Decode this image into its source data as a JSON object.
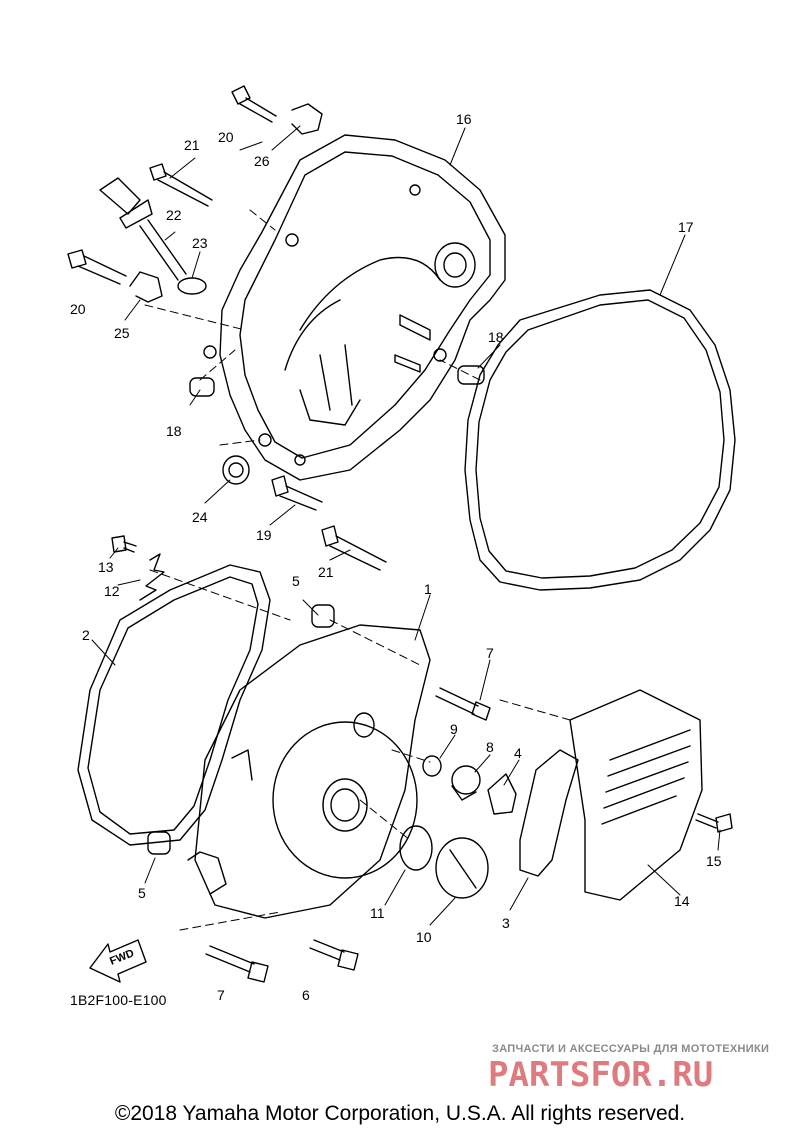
{
  "diagram": {
    "callouts": [
      "1",
      "2",
      "3",
      "4",
      "5",
      "5",
      "6",
      "7",
      "7",
      "8",
      "9",
      "10",
      "11",
      "12",
      "13",
      "14",
      "15",
      "16",
      "17",
      "18",
      "18",
      "19",
      "20",
      "20",
      "21",
      "21",
      "22",
      "23",
      "24",
      "25",
      "26"
    ],
    "fwd_label": "FWD",
    "reference_code": "1B2F100-E100"
  },
  "watermark": {
    "tagline": "ЗАПЧАСТИ И АКСЕССУАРЫ ДЛЯ МОТОТЕХНИКИ",
    "logo_text": "PARTSFOR.RU",
    "color": "#c8252b"
  },
  "footer": {
    "copyright": "©2018 Yamaha Motor Corporation, U.S.A. All rights reserved."
  }
}
